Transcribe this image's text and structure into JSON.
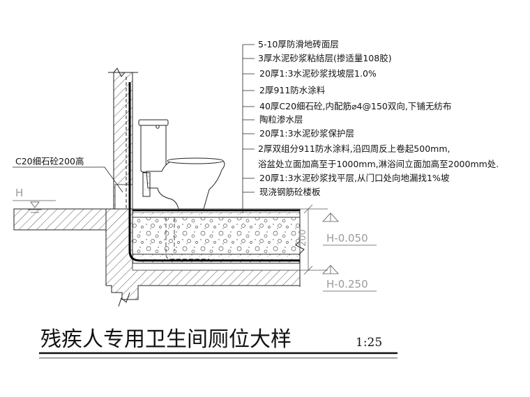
{
  "layers": [
    "5-10厚防滑地砖面层",
    "3厚水泥砂浆粘结层(掺适量108胶)",
    "20厚1:3水泥砂浆找坡层1.0%",
    "2厚911防水涂料",
    "40厚C20细石砼,内配筋⌀4@150双向,下铺无纺布",
    "陶粒渗水层",
    "20厚1:3水泥砂浆保护层",
    "2厚双组分911防水涂料,沿四周反上卷起500mm,",
    "浴盆处立面加高至于1000mm,淋浴间立面加高至2000mm处.",
    "20厚1:3水泥砂浆找平层,从门口处向地漏找1%坡",
    "现浇钢筋砼楼板"
  ],
  "side_note": "C20细石砼200高",
  "level_marker": "H",
  "elevations": [
    "H-0.050",
    "H-0.250"
  ],
  "dimension": "200",
  "title": "残疾人专用卫生间厕位大样",
  "scale": "1:25"
}
